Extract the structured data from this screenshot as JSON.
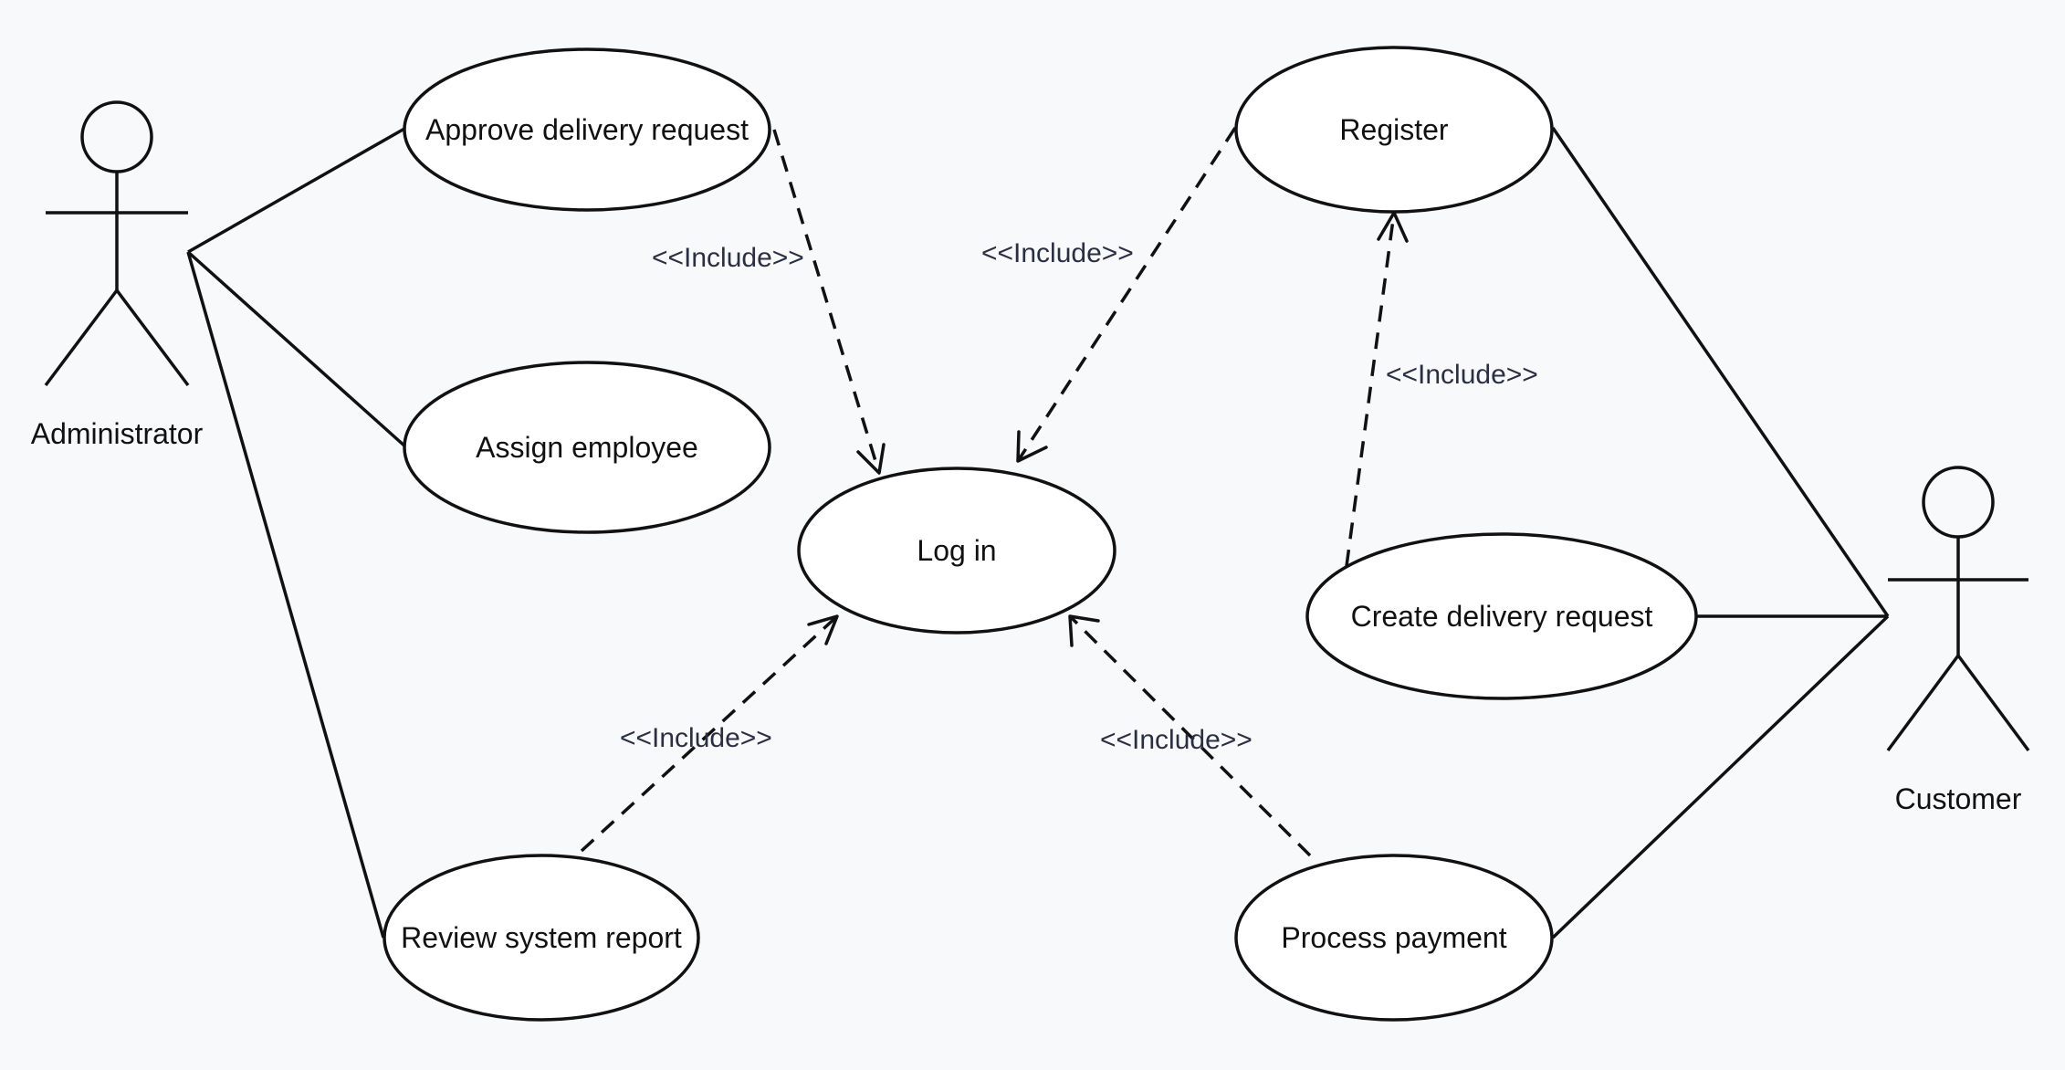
{
  "diagram": {
    "actors": [
      {
        "id": "administrator",
        "label": "Administrator"
      },
      {
        "id": "customer",
        "label": "Customer"
      }
    ],
    "use_cases": [
      {
        "id": "approve",
        "label": "Approve delivery request"
      },
      {
        "id": "assign",
        "label": "Assign employee"
      },
      {
        "id": "review",
        "label": "Review system report"
      },
      {
        "id": "login",
        "label": "Log in"
      },
      {
        "id": "register",
        "label": "Register"
      },
      {
        "id": "create",
        "label": "Create delivery request"
      },
      {
        "id": "payment",
        "label": "Process payment"
      }
    ],
    "associations": [
      {
        "actor": "administrator",
        "use_case": "approve"
      },
      {
        "actor": "administrator",
        "use_case": "assign"
      },
      {
        "actor": "administrator",
        "use_case": "review"
      },
      {
        "actor": "customer",
        "use_case": "register"
      },
      {
        "actor": "customer",
        "use_case": "create"
      },
      {
        "actor": "customer",
        "use_case": "payment"
      }
    ],
    "includes": [
      {
        "from": "approve",
        "to": "login",
        "label": "<<Include>>"
      },
      {
        "from": "register",
        "to": "login",
        "label": "<<Include>>"
      },
      {
        "from": "create",
        "to": "register",
        "label": "<<Include>>"
      },
      {
        "from": "review",
        "to": "login",
        "label": "<<Include>>"
      },
      {
        "from": "payment",
        "to": "login",
        "label": "<<Include>>"
      }
    ]
  }
}
